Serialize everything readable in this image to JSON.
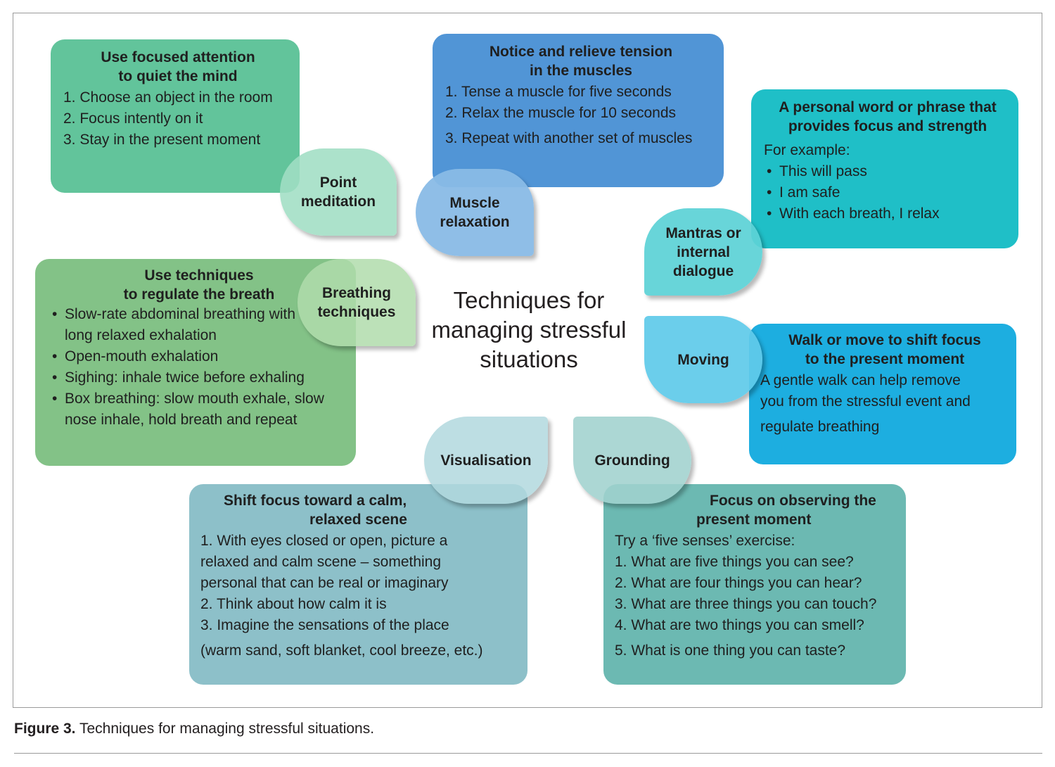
{
  "center_title": "Techniques for managing stressful situations",
  "colors": {
    "point": "#62c49b",
    "muscle": "#5195d6",
    "mantra": "#1fbfc7",
    "breath": "#83c287",
    "moving": "#1daee0",
    "visual": "#8dc0c9",
    "ground": "#6cb9b2"
  },
  "petals": {
    "point": "Point meditation",
    "muscle": "Muscle relaxation",
    "mantra": "Mantras or internal dialogue",
    "breath": "Breathing techniques",
    "moving": "Moving",
    "visual": "Visualisation",
    "ground": "Grounding"
  },
  "boxes": {
    "point": {
      "title": [
        "Use focused attention",
        "to quiet the mind"
      ],
      "lines": [
        "1. Choose an object in the room",
        "2. Focus intently on it",
        "3. Stay in the present moment"
      ]
    },
    "muscle": {
      "title": [
        "Notice and relieve tension",
        "in the muscles"
      ],
      "lines": [
        "1. Tense a muscle for five seconds",
        "2. Relax the muscle for 10 seconds",
        "3. Repeat with another set of muscles"
      ]
    },
    "mantra": {
      "title": [
        "A personal word or phrase that",
        "provides focus and strength"
      ],
      "intro": "For example:",
      "bullets": [
        "This will pass",
        "I am safe",
        "With each breath, I relax"
      ]
    },
    "breath": {
      "title": [
        "Use techniques",
        "to regulate the breath"
      ],
      "bullets": [
        "Slow-rate abdominal breathing with long relaxed exhalation",
        "Open-mouth exhalation",
        "Sighing: inhale twice before exhaling",
        "Box breathing: slow mouth exhale, slow nose inhale, hold breath and repeat"
      ]
    },
    "moving": {
      "title": [
        "Walk or move to shift focus",
        "to the present moment"
      ],
      "text": [
        "A gentle walk can help remove",
        "you from the stressful event and",
        "regulate breathing"
      ]
    },
    "visual": {
      "title": [
        "Shift focus toward a calm,",
        "relaxed scene"
      ],
      "lines": [
        "1. With eyes closed or open, picture a",
        "relaxed and calm scene – something",
        "personal that can be real or imaginary",
        "2. Think about how calm it is",
        "3. Imagine the sensations of the place",
        "(warm sand, soft blanket, cool breeze, etc.)"
      ]
    },
    "ground": {
      "title": [
        "Focus on observing the",
        "present moment"
      ],
      "intro": "Try a ‘five senses’ exercise:",
      "lines": [
        "1. What are five things you can see?",
        "2. What are four things you can hear?",
        "3. What are three things you can touch?",
        "4. What are two things you can smell?",
        "5. What is one thing you can taste?"
      ]
    }
  },
  "caption": {
    "label": "Figure 3.",
    "text": "Techniques for managing stressful situations."
  }
}
